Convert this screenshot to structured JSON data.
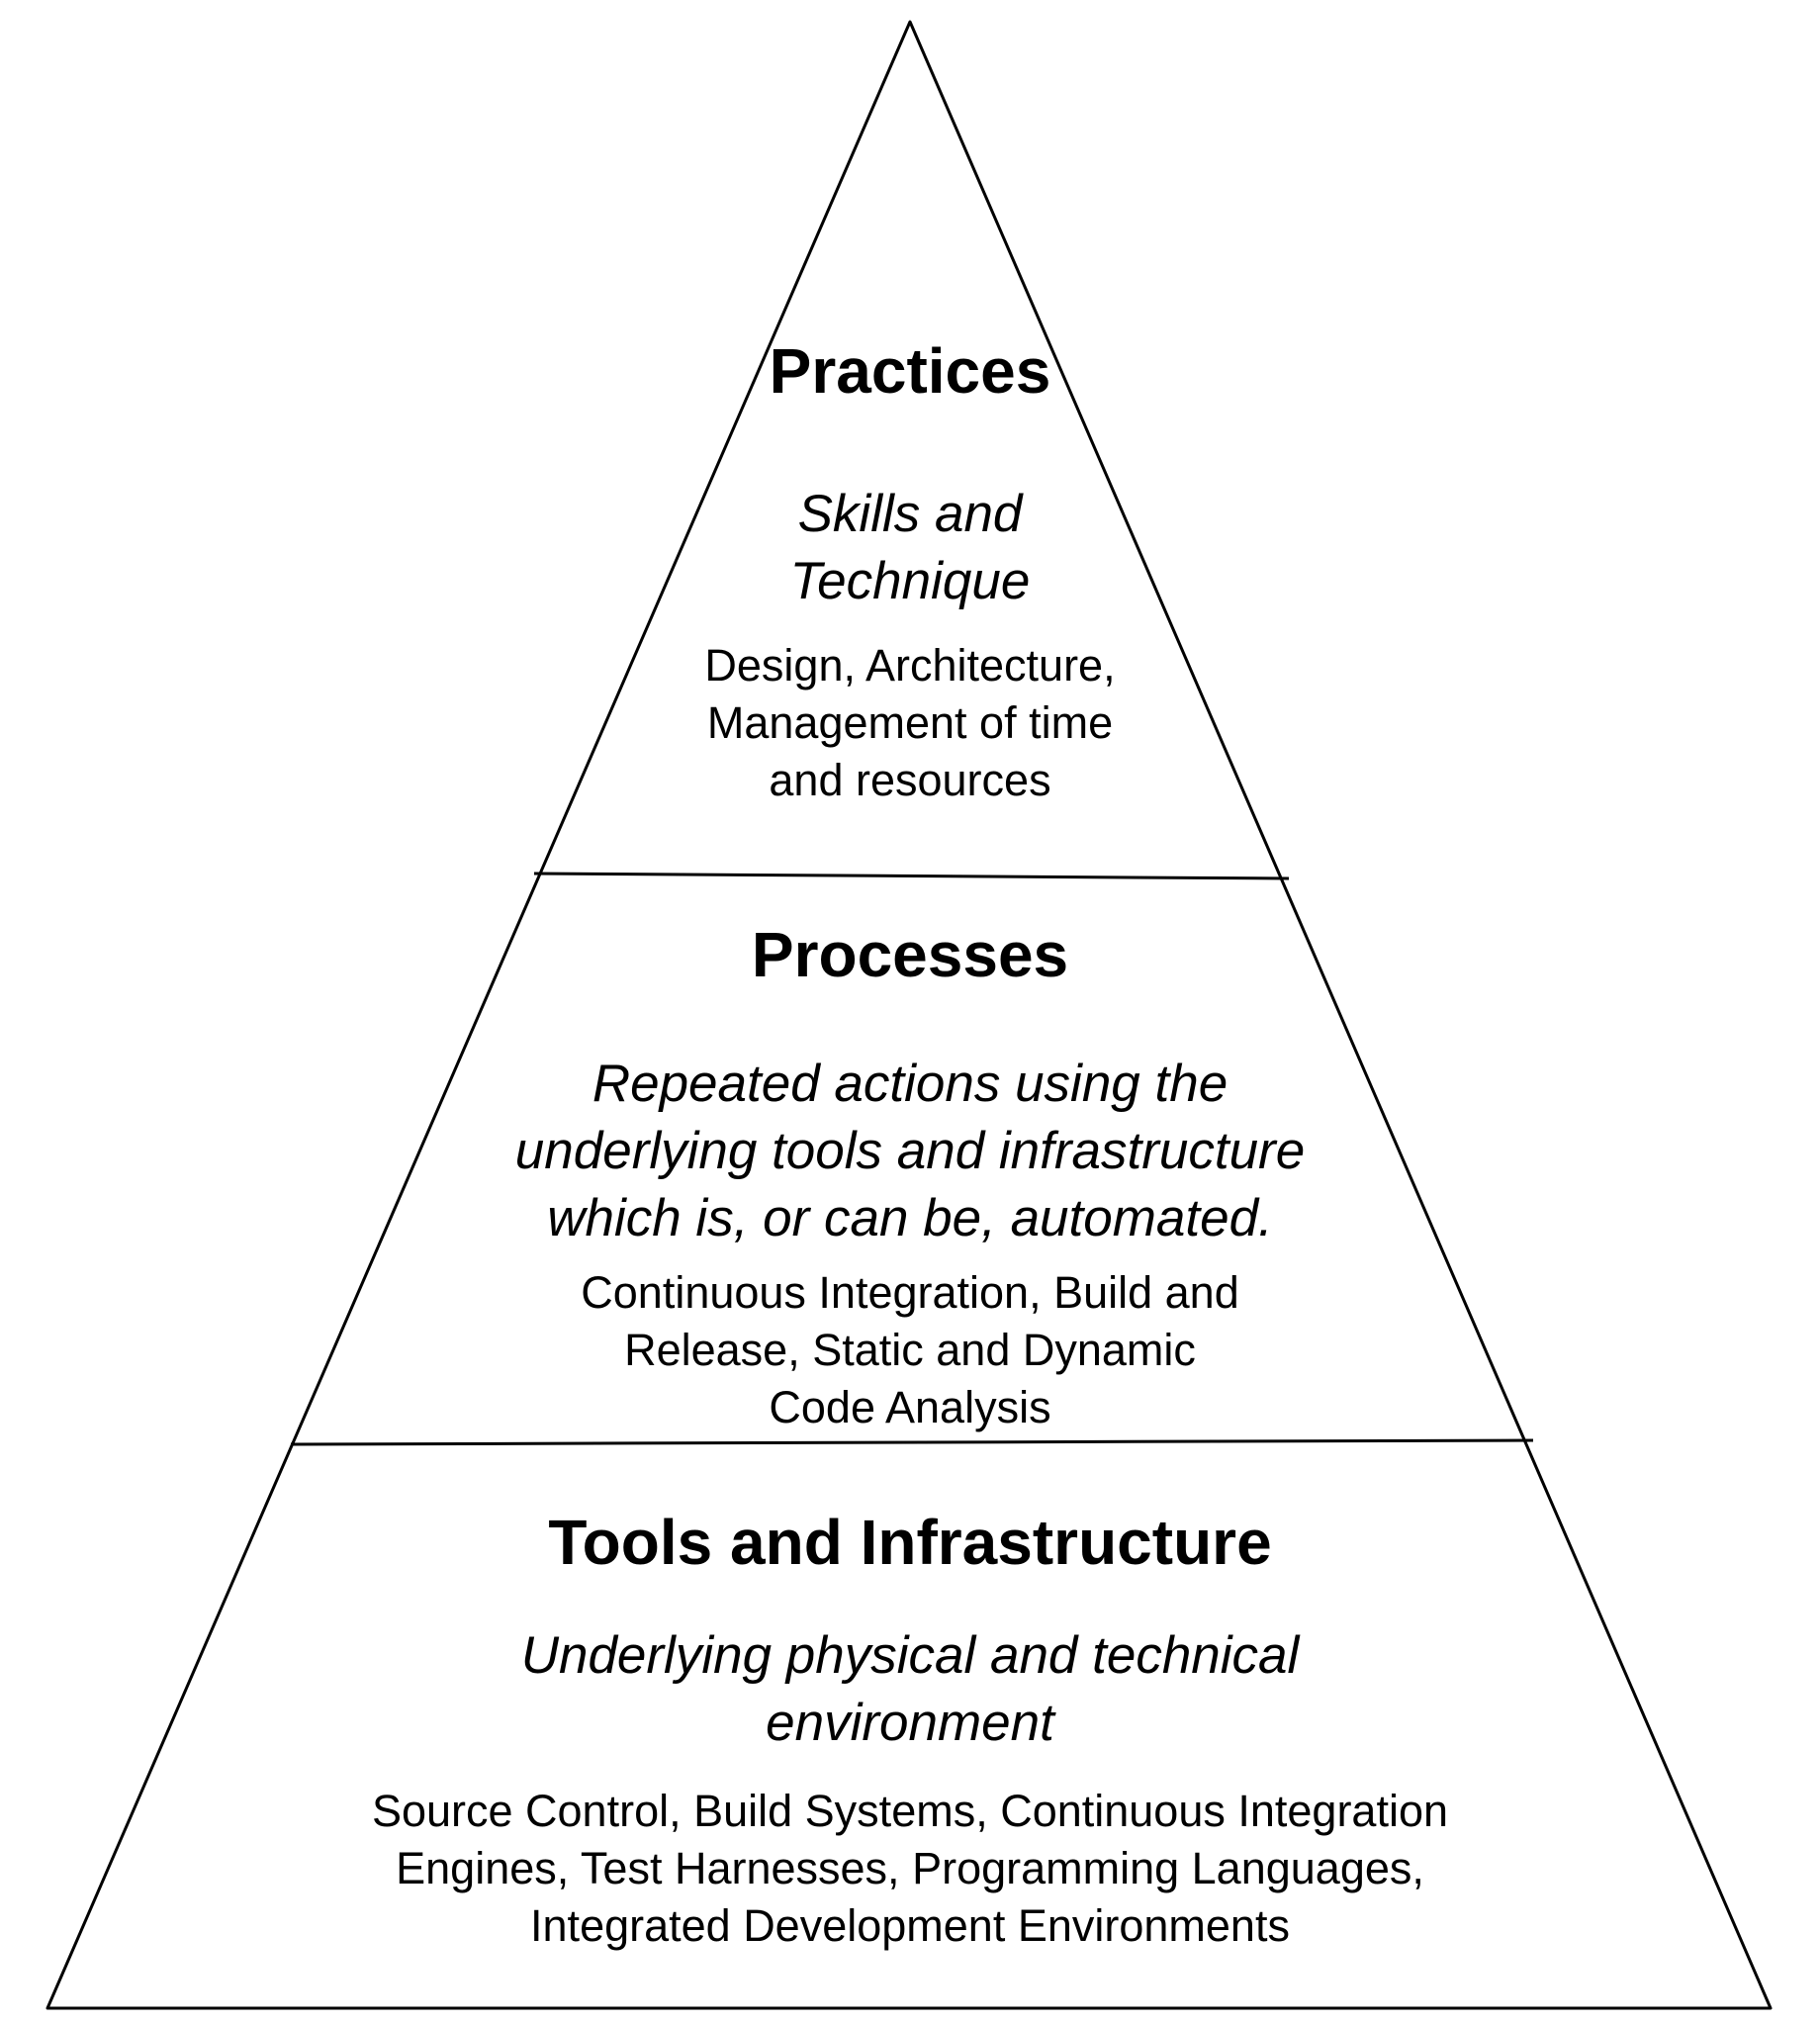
{
  "tiers": {
    "practices": {
      "title": "Practices",
      "subtitle_lines": [
        "Skills and",
        "Technique"
      ],
      "detail_lines": [
        "Design, Architecture,",
        "Management of time",
        "and resources"
      ]
    },
    "processes": {
      "title": "Processes",
      "subtitle_lines": [
        "Repeated actions using the",
        "underlying tools and infrastructure",
        "which is, or can be, automated."
      ],
      "detail_lines": [
        "Continuous Integration, Build and",
        "Release, Static and Dynamic",
        "Code Analysis"
      ]
    },
    "tools": {
      "title": "Tools and Infrastructure",
      "subtitle_lines": [
        "Underlying physical and technical",
        "environment"
      ],
      "detail_lines": [
        "Source Control, Build Systems, Continuous Integration",
        "Engines, Test Harnesses, Programming Languages,",
        "Integrated Development Environments"
      ]
    }
  },
  "colors": {
    "stroke": "#000000",
    "background": "#ffffff"
  }
}
